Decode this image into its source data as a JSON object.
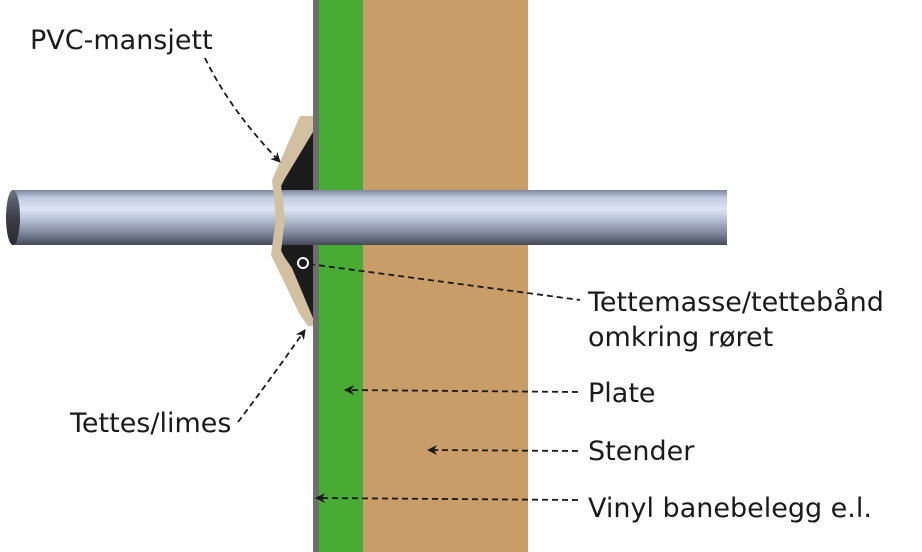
{
  "labels": {
    "pvc_sleeve": "PVC-mansjett",
    "sealant_line1": "Tettemasse/tettebånd",
    "sealant_line2": "omkring røret",
    "board": "Plate",
    "stud": "Stender",
    "vinyl": "Vinyl banebelegg e.l.",
    "seal_glue": "Tettes/limes"
  },
  "colors": {
    "vinyl": "#6e6e6e",
    "board": "#47ab34",
    "stud": "#c99d68",
    "sleeve": "#d1c0a2",
    "sealant": "#1c1c1c"
  }
}
